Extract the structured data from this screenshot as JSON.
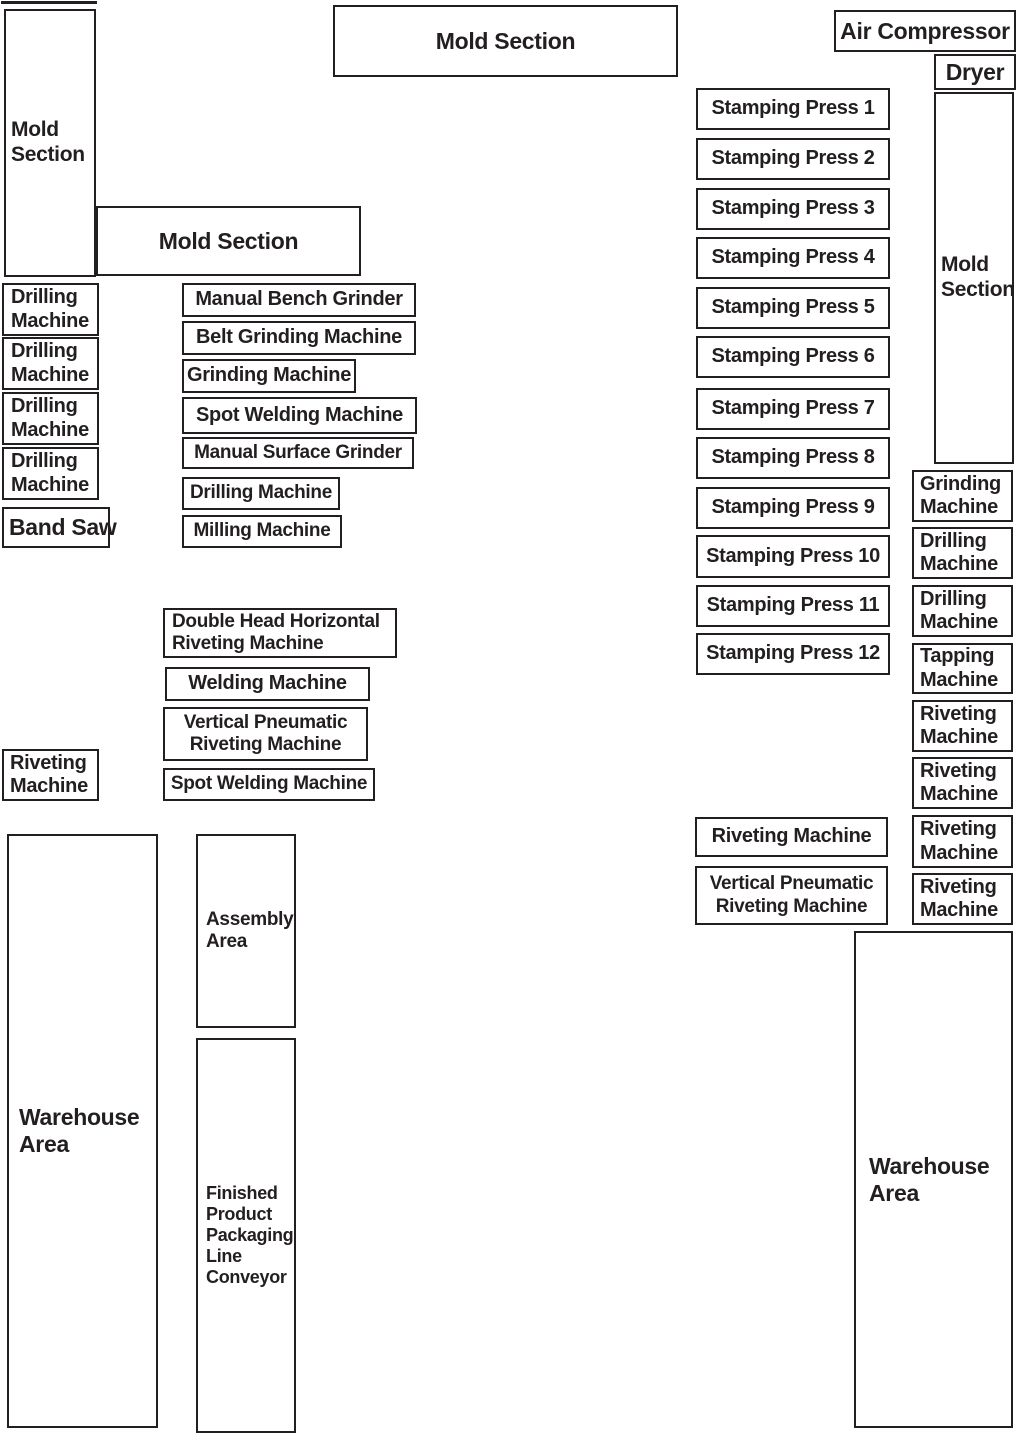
{
  "palette": {
    "ink": "#231f20",
    "paper": "#ffffff"
  },
  "areas": {
    "mold_section_left": "Mold\nSection",
    "mold_section_mid": "Mold Section",
    "mold_section_top": "Mold Section",
    "air_compressor": "Air Compressor",
    "dryer": "Dryer",
    "mold_section_right": "Mold\nSection",
    "warehouse_left": "Warehouse\nArea",
    "warehouse_right": "Warehouse\nArea",
    "assembly_area": "Assembly\nArea",
    "finished_product_line": "Finished\nProduct\nPackaging\nLine\nConveyor"
  },
  "stamping_presses": [
    "Stamping Press 1",
    "Stamping Press 2",
    "Stamping Press 3",
    "Stamping Press 4",
    "Stamping Press 5",
    "Stamping Press 6",
    "Stamping Press 7",
    "Stamping Press 8",
    "Stamping Press 9",
    "Stamping Press 10",
    "Stamping Press 11",
    "Stamping Press 12"
  ],
  "left_column": {
    "drilling_machines": [
      "Drilling\nMachine",
      "Drilling\nMachine",
      "Drilling\nMachine",
      "Drilling\nMachine"
    ],
    "band_saw": "Band Saw",
    "riveting_machine": "Riveting\nMachine"
  },
  "center_column": {
    "machines": [
      "Manual Bench Grinder",
      "Belt Grinding Machine",
      "Grinding Machine",
      "Spot Welding Machine",
      "Manual Surface Grinder",
      "Drilling Machine",
      "Milling Machine"
    ],
    "riveting_group": [
      "Double Head Horizontal\nRiveting Machine",
      "Welding Machine",
      "Vertical Pneumatic\nRiveting Machine",
      "Spot Welding Machine"
    ]
  },
  "right_column": {
    "machines": [
      "Grinding\nMachine",
      "Drilling\nMachine",
      "Drilling\nMachine",
      "Tapping\nMachine",
      "Riveting\nMachine",
      "Riveting\nMachine",
      "Riveting\nMachine",
      "Riveting\nMachine"
    ],
    "riveting_machine": "Riveting Machine",
    "vertical_pneumatic": "Vertical Pneumatic\nRiveting Machine"
  }
}
